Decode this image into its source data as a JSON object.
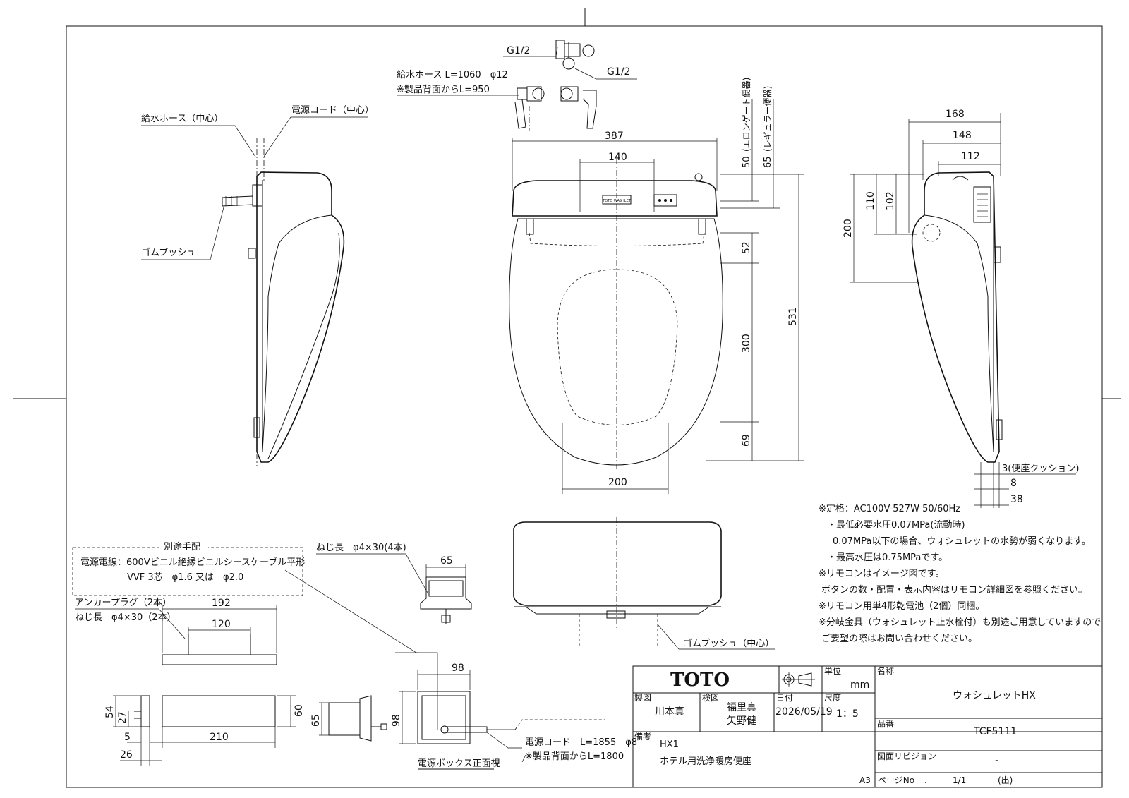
{
  "drawing": {
    "side_left": {
      "hose_label": "給水ホース（中心）",
      "cord_label": "電源コード（中心）",
      "bush_label": "ゴムブッシュ"
    },
    "top": {
      "g1": "G1/2",
      "g2": "G1/2",
      "hose_len": "給水ホース L=1060　φ12",
      "hose_rear": "※製品背面からL=950"
    },
    "front": {
      "dims": {
        "w387": "387",
        "w140": "140",
        "w200": "200",
        "h531": "531",
        "h52": "52",
        "h300": "300",
        "h69": "69",
        "h50": "50",
        "h65": "65"
      },
      "elongate_label": "(エロンゲート便器)",
      "regular_label": "(レギュラー便器)",
      "brand_badge": "TOTO WASHLET"
    },
    "side_right": {
      "dims": {
        "d168": "168",
        "d148": "148",
        "d112": "112",
        "h200": "200",
        "h110": "110",
        "h102": "102",
        "d3": "3(便座クッション)",
        "d8": "8",
        "d38": "38"
      }
    },
    "bottom": {
      "bush_center_label": "ゴムブッシュ（中心）"
    },
    "box_separate": {
      "title": "別途手配",
      "line1": "電源電線：600Vビニル絶縁ビニルシースケーブル平形",
      "line2": "VVF 3芯　φ1.6 又は　φ2.0"
    },
    "anchor": {
      "plug": "アンカープラグ（2本）",
      "screw": "ねじ長　φ4×30（2本）",
      "d192": "192",
      "d120": "120"
    },
    "remote": {
      "screw": "ねじ長　φ4×30(4本)",
      "d65": "65",
      "d98": "98",
      "d98v": "98",
      "d54": "54",
      "d27": "27",
      "d60": "60",
      "d210": "210",
      "d5": "5",
      "d26": "26",
      "d65v": "65"
    },
    "power_box": {
      "cord_len": "電源コード　L=1855　φ8",
      "cord_rear": "※製品背面からL=1800",
      "caption": "電源ボックス正面視"
    },
    "notes": [
      "※定格：AC100V-527W 50/60Hz",
      "・最低必要水圧0.07MPa(流動時)",
      "0.07MPa以下の場合、ウォシュレットの水勢が弱くなります。",
      "・最高水圧は0.75MPaです。",
      "※リモコンはイメージ図です。",
      "ボタンの数・配置・表示内容はリモコン詳細図を参照ください。",
      "※リモコン用単4形乾電池（2個）同梱。",
      "※分岐金具（ウォシュレット止水栓付）も別途ご用意していますので",
      "ご要望の際はお問い合わせください。"
    ]
  },
  "title_block": {
    "logo": "TOTO",
    "unit_label": "単位",
    "unit": "mm",
    "date_label": "日付",
    "date": "2026/05/19",
    "scale_label": "尺度",
    "scale": "1：5",
    "drafter_label": "製図",
    "drafter": "川本真",
    "checker_label": "検図",
    "checker1": "福里真",
    "checker2": "矢野健",
    "name_label": "名称",
    "name": "ウォシュレットHX",
    "model_label": "品番",
    "model": "TCF5111",
    "remarks_label": "備考",
    "remarks1": "HX1",
    "remarks2": "ホテル用洗浄暖房便座",
    "revision_label": "図面リビジョン",
    "revision": "-",
    "sheet_size": "A3",
    "page_label": "ページNo",
    "page_dot": ".",
    "page": "1/1",
    "page_suffix": "(出)"
  }
}
